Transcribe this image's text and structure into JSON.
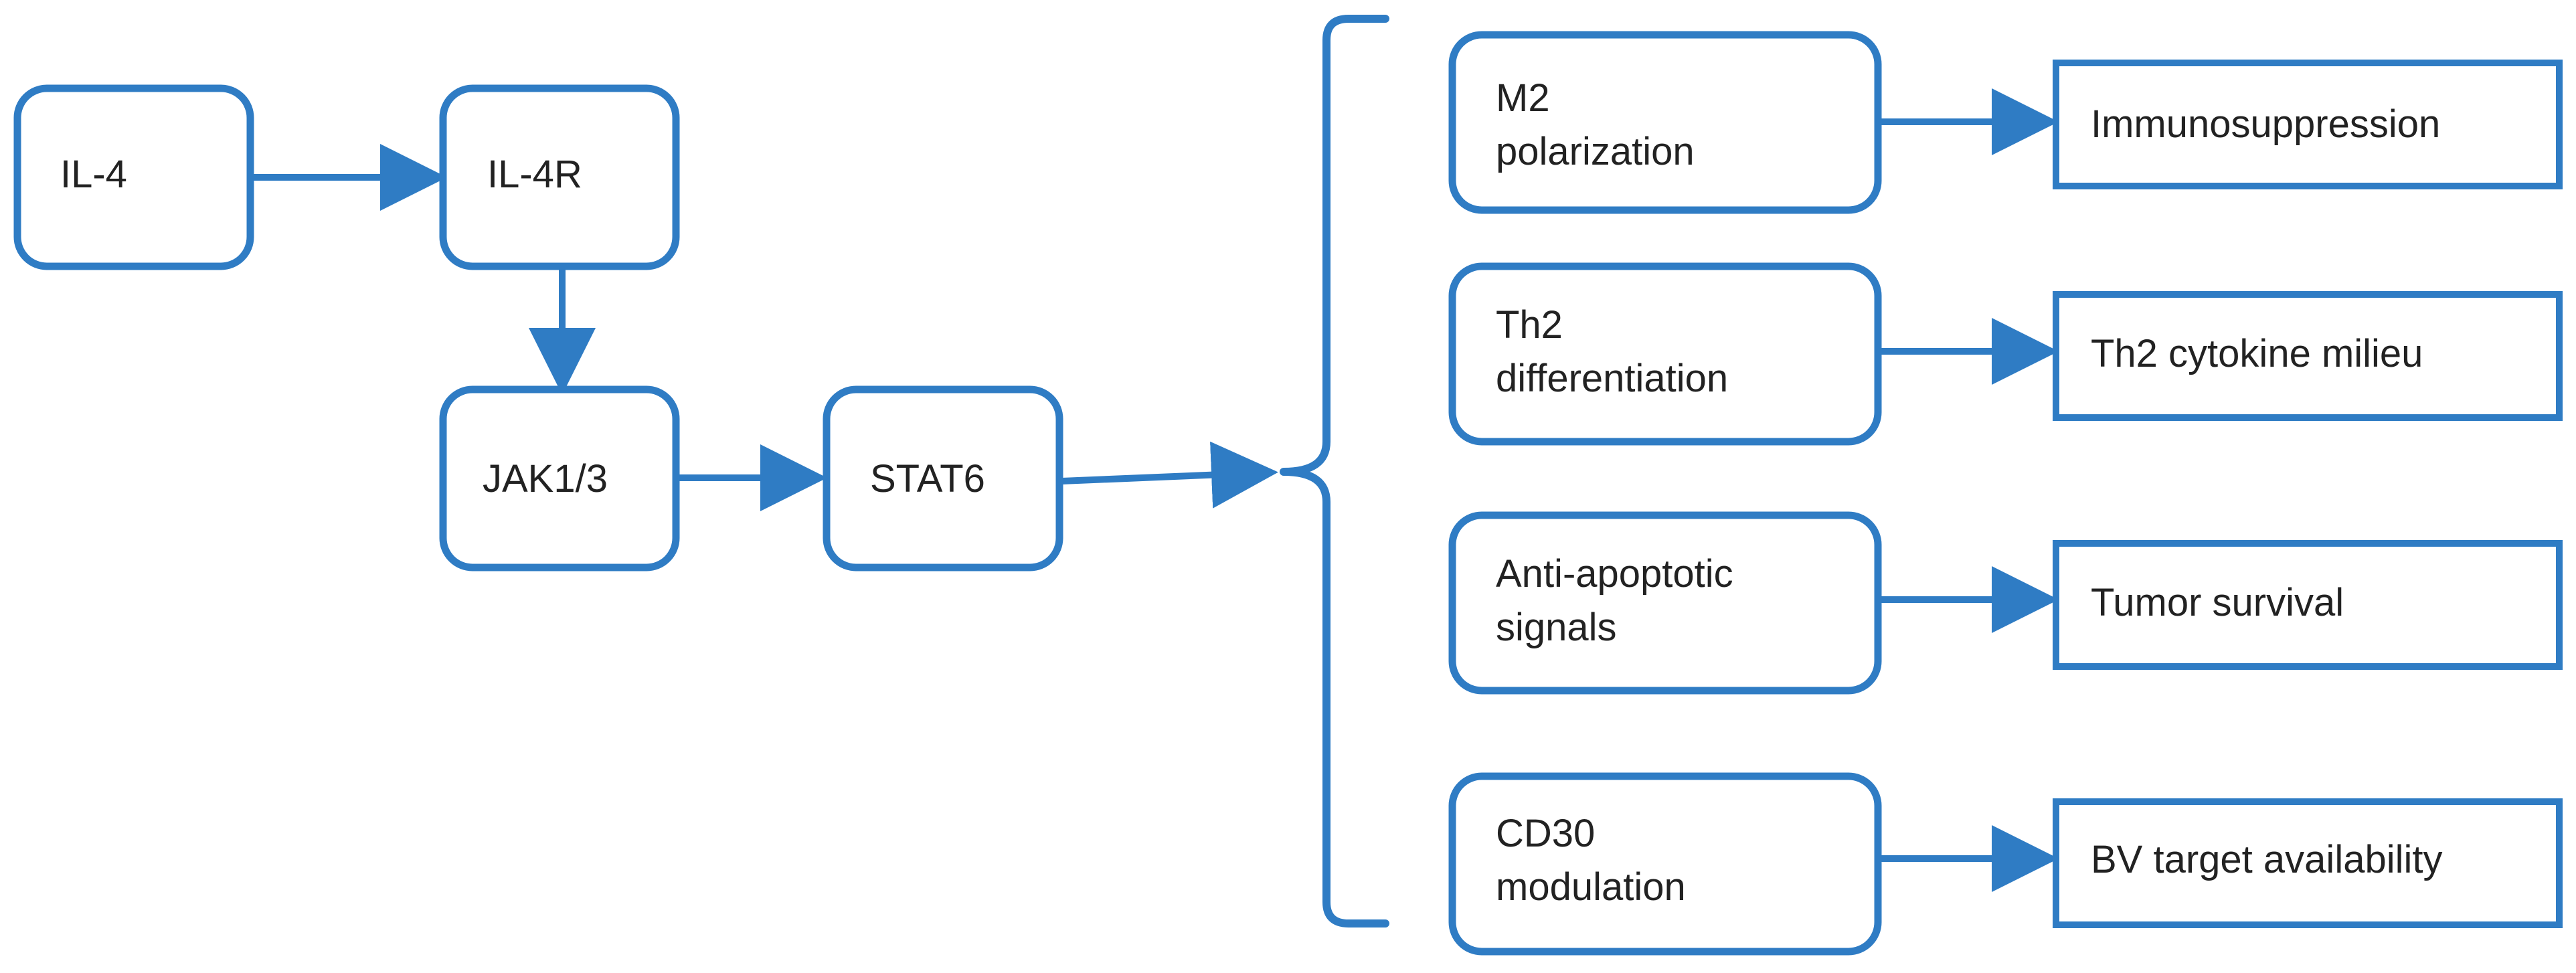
{
  "nodes": {
    "il4": {
      "label": "IL-4"
    },
    "il4r": {
      "label": "IL-4R"
    },
    "jak": {
      "label": "JAK1/3"
    },
    "stat6": {
      "label": "STAT6"
    },
    "m2": {
      "line1": "M2",
      "line2": "polarization"
    },
    "th2": {
      "line1": "Th2",
      "line2": "differentiation"
    },
    "anti": {
      "line1": "Anti-apoptotic",
      "line2": "signals"
    },
    "cd30": {
      "line1": "CD30",
      "line2": "modulation"
    },
    "immuno": {
      "label": "Immunosuppression"
    },
    "cytokine": {
      "label": "Th2 cytokine milieu"
    },
    "tumor": {
      "label": "Tumor survival"
    },
    "bv": {
      "label": "BV target availability"
    }
  },
  "colors": {
    "accent": "#2f7cc4",
    "text": "#222222"
  }
}
